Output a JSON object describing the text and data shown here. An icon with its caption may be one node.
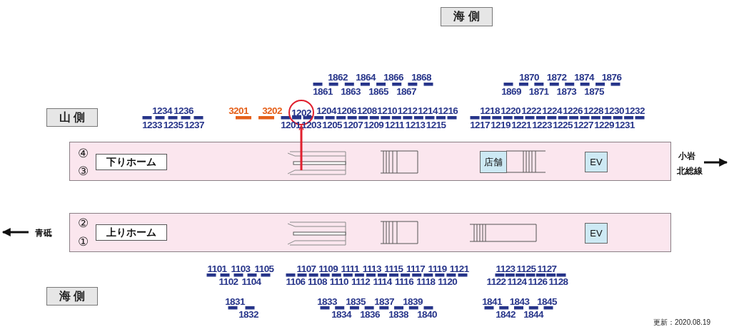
{
  "diagram": {
    "nodes": [
      {
        "text": [
          "海 側"
        ]
      },
      {
        "text": [
          "山 側"
        ]
      },
      {
        "text": [
          "1202"
        ]
      },
      {
        "text": [],
        "shape": "box"
      },
      {
        "text": [
          "④"
        ],
        "in": 3
      },
      {
        "text": [
          "③"
        ],
        "in": 3
      },
      {
        "text": [
          "下りホーム"
        ],
        "in": 3
      },
      {
        "text": [
          "店舗"
        ],
        "in": 3
      },
      {
        "text": [
          "EV"
        ],
        "in": 3
      },
      {
        "text": [],
        "shape": "box"
      },
      {
        "text": [
          "②"
        ],
        "in": 9
      },
      {
        "text": [
          "①"
        ],
        "in": 9
      },
      {
        "text": [
          "上りホーム"
        ],
        "in": 9
      },
      {
        "text": [
          "EV"
        ],
        "in": 9
      },
      {
        "text": [
          "海 側"
        ]
      }
    ],
    "edges": [
      {
        "from": null,
        "to": 2,
        "arrow": "to"
      }
    ],
    "labels": [
      "1862",
      "1864",
      "1866",
      "1868",
      "1870",
      "1872",
      "1874",
      "1876",
      "1861",
      "1863",
      "1865",
      "1867",
      "1869",
      "1871",
      "1873",
      "1875",
      "1234",
      "1236",
      "3201",
      "3202",
      "1204",
      "1206",
      "1208",
      "1210",
      "1212",
      "1214",
      "1216",
      "1218",
      "1220",
      "1222",
      "1224",
      "1226",
      "1228",
      "1230",
      "1232",
      "1233",
      "1235",
      "1237",
      "1201",
      "1203",
      "1205",
      "1207",
      "1209",
      "1211",
      "1213",
      "1215",
      "1217",
      "1219",
      "1221",
      "1223",
      "1225",
      "1227",
      "1229",
      "1231",
      "小岩",
      "北総線",
      "青砥",
      "1101",
      "1103",
      "1105",
      "1107",
      "1109",
      "1111",
      "1113",
      "1115",
      "1117",
      "1119",
      "1121",
      "1123",
      "1125",
      "1127",
      "1102",
      "1104",
      "1106",
      "1108",
      "1110",
      "1112",
      "1114",
      "1116",
      "1118",
      "1120",
      "1122",
      "1124",
      "1126",
      "1128",
      "1831",
      "1833",
      "1835",
      "1837",
      "1839",
      "1841",
      "1843",
      "1845",
      "1832",
      "1834",
      "1836",
      "1838",
      "1840",
      "1842",
      "1844",
      "更新：2020.08.19"
    ]
  }
}
